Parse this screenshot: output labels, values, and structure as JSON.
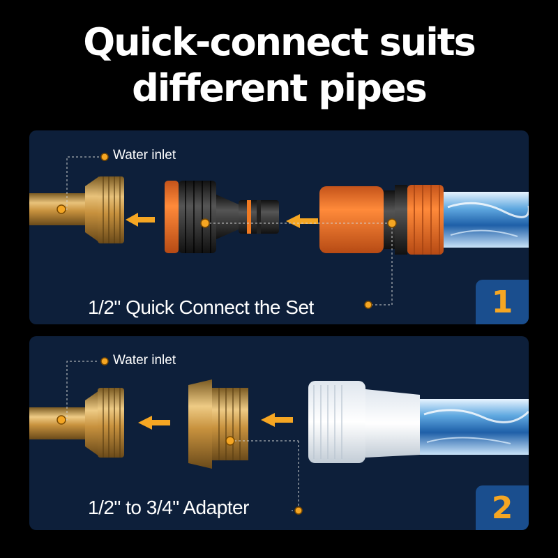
{
  "headline": {
    "line1": "Quick-connect suits",
    "line2": "different pipes"
  },
  "accent_color": "#f5a623",
  "panels": [
    {
      "callout": "Water inlet",
      "caption": "1/2\" Quick Connect the Set",
      "badge": "1"
    },
    {
      "callout": "Water inlet",
      "caption": "1/2\"  to 3/4\" Adapter",
      "badge": "2"
    }
  ]
}
